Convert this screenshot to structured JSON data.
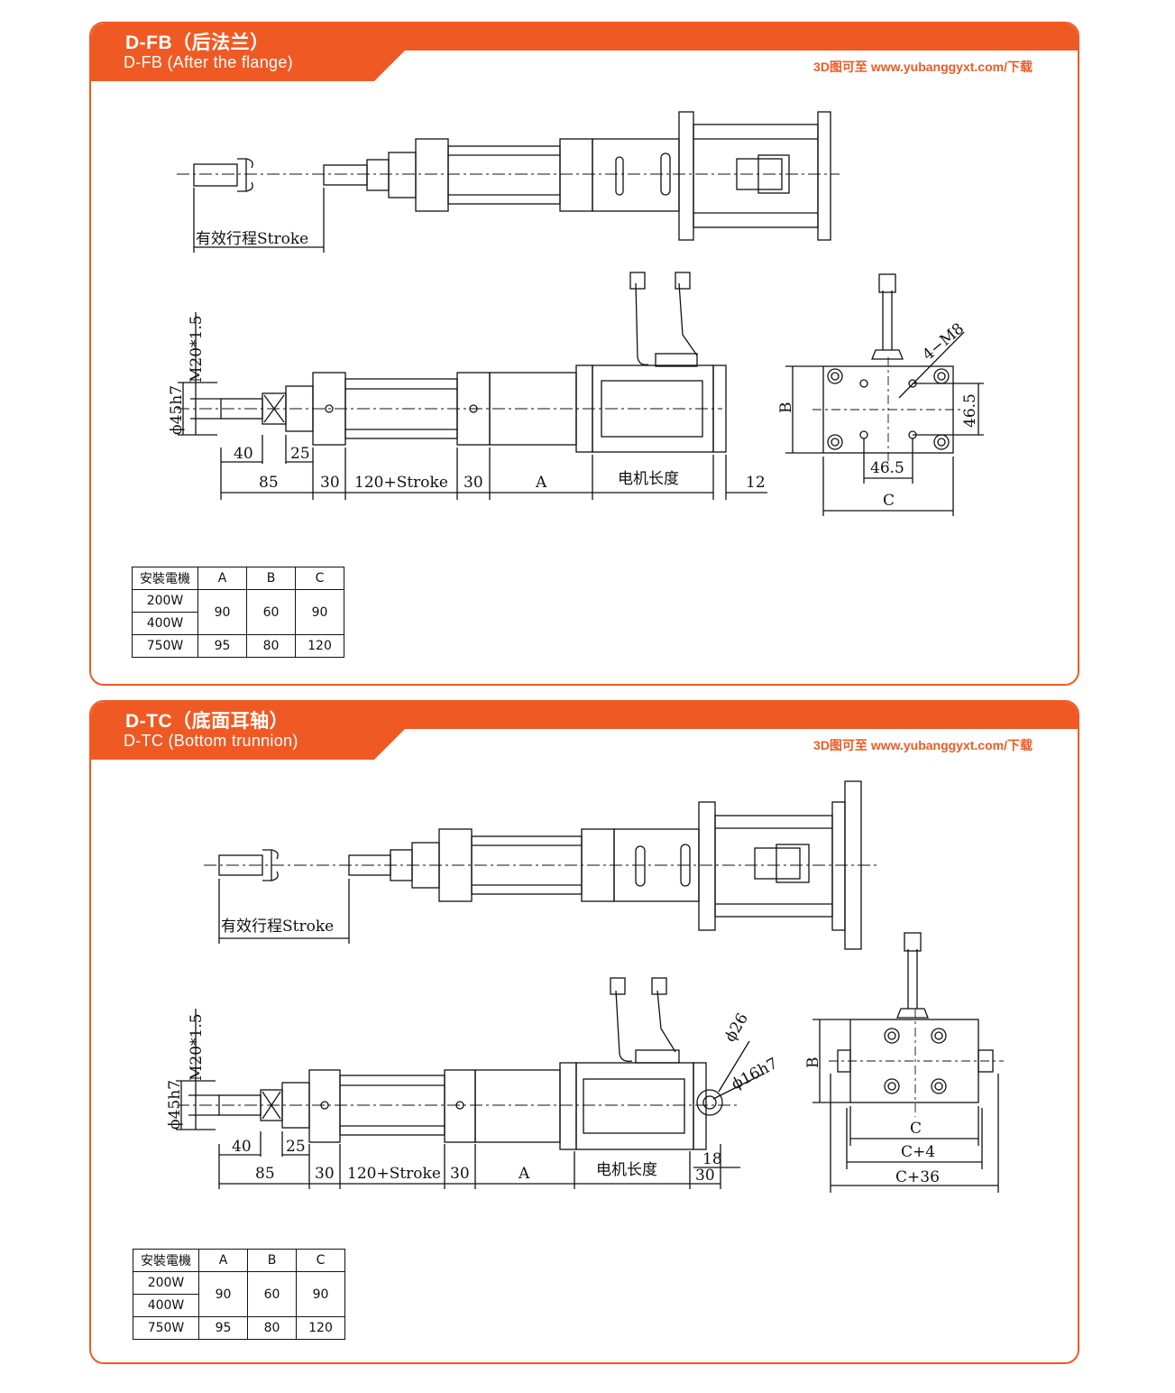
{
  "link_text": "3D图可至 www.yubanggyxt.com/下载",
  "sections": [
    {
      "title": "D-FB（后法兰）",
      "subtitle": "D-FB (After the flange)",
      "dims": {
        "stroke": "有效行程Stroke",
        "m20": "M20*1.5",
        "d45": "ϕ45h7",
        "d40": "40",
        "d25": "25",
        "d85": "85",
        "d30a": "30",
        "d120": "120+Stroke",
        "d30b": "30",
        "dA": "A",
        "motor": "电机长度",
        "tail": "12",
        "m8": "4−M8",
        "b": "B",
        "d465v": "46.5",
        "d465h": "46.5",
        "c": "C"
      },
      "table": {
        "headers": [
          "安裝電機",
          "A",
          "B",
          "C"
        ],
        "rows": [
          [
            "200W",
            "90",
            "60",
            "90"
          ],
          [
            "400W"
          ],
          [
            "750W",
            "95",
            "80",
            "120"
          ]
        ]
      }
    },
    {
      "title": "D-TC（底面耳轴）",
      "subtitle": "D-TC (Bottom trunnion)",
      "dims": {
        "stroke": "有效行程Stroke",
        "m20": "M20*1.5",
        "d45": "ϕ45h7",
        "d40": "40",
        "d25": "25",
        "d85": "85",
        "d30a": "30",
        "d120": "120+Stroke",
        "d30b": "30",
        "dA": "A",
        "motor": "电机长度",
        "d18": "18",
        "d30c": "30",
        "d26": "ϕ26",
        "d16": "ϕ16h7",
        "b": "B",
        "c": "C",
        "c4": "C+4",
        "c36": "C+36"
      },
      "table": {
        "headers": [
          "安裝電機",
          "A",
          "B",
          "C"
        ],
        "rows": [
          [
            "200W",
            "90",
            "60",
            "90"
          ],
          [
            "400W"
          ],
          [
            "750W",
            "95",
            "80",
            "120"
          ]
        ]
      }
    }
  ],
  "colors": {
    "accent": "#ef5a24",
    "line": "#111111"
  }
}
